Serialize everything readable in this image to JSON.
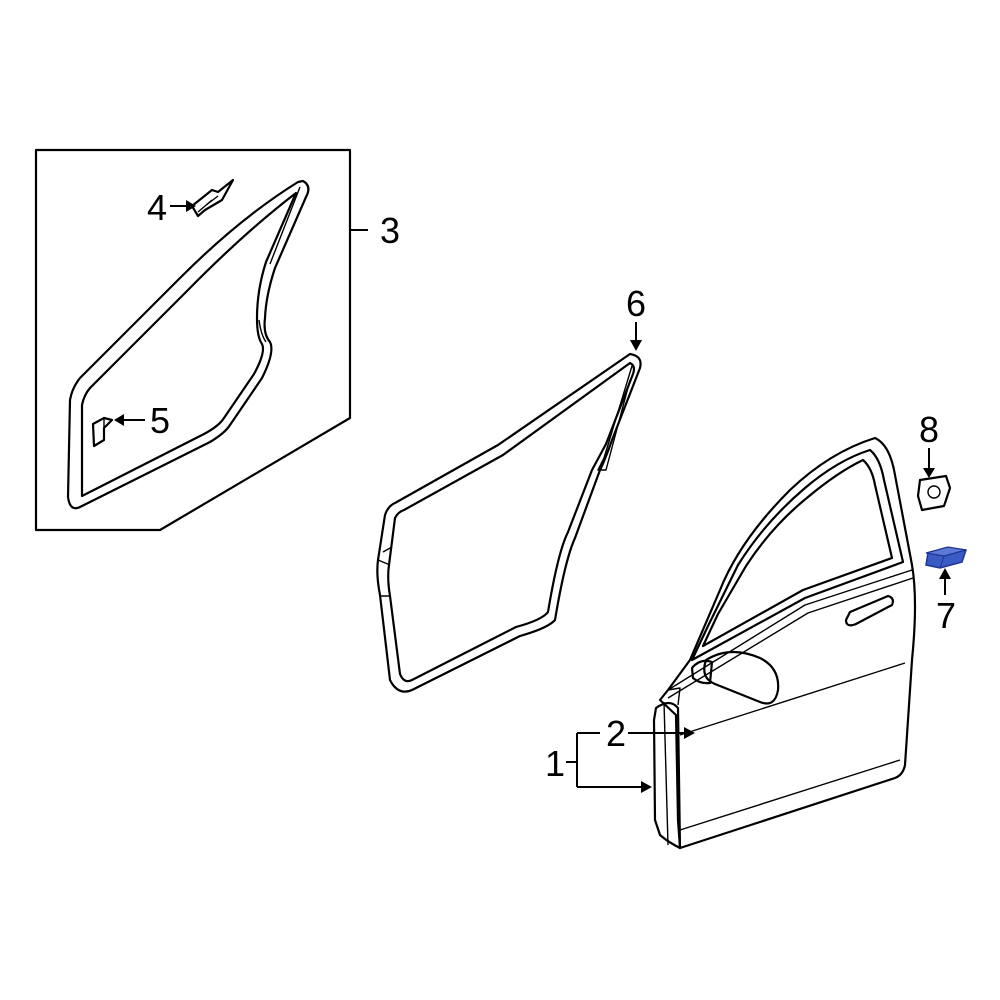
{
  "callouts": {
    "c1": "1",
    "c2": "2",
    "c3": "3",
    "c4": "4",
    "c5": "5",
    "c6": "6",
    "c7": "7",
    "c8": "8"
  },
  "colors": {
    "highlight_part": "#3b5bc4",
    "highlight_part_dark": "#1f3592",
    "line": "#000000",
    "background": "#ffffff"
  }
}
